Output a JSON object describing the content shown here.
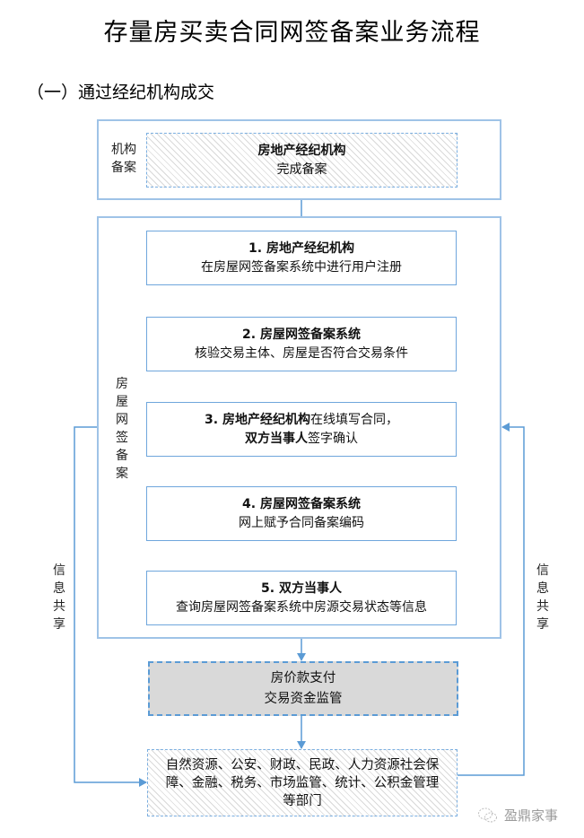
{
  "title": "存量房买卖合同网签备案业务流程",
  "subtitle": "（一）通过经纪机构成交",
  "sections": {
    "agency_filing": {
      "label_lines": [
        "机构",
        "备案"
      ],
      "box": {
        "bold": "房地产经纪机构",
        "normal": "完成备案"
      }
    },
    "online_signing": {
      "label_chars": [
        "房",
        "屋",
        "网",
        "签",
        "备",
        "案"
      ],
      "steps": [
        {
          "number": "1. ",
          "bold": "房地产经纪机构",
          "line2": "在房屋网签备案系统中进行用户注册"
        },
        {
          "number": "2. ",
          "bold": "房屋网签备案系统",
          "line2": "核验交易主体、房屋是否符合交易条件"
        },
        {
          "number": "3. ",
          "bold": "房地产经纪机构",
          "bold_suffix": "在线填写合同，",
          "line2_bold": "双方当事人",
          "line2": "签字确认"
        },
        {
          "number": "4. ",
          "bold": "房屋网签备案系统",
          "line2": "网上赋予合同备案编码"
        },
        {
          "number": "5. ",
          "bold": "双方当事人",
          "line2": "查询房屋网签备案系统中房源交易状态等信息"
        }
      ]
    },
    "payment": {
      "line1": "房价款支付",
      "line2": "交易资金监管"
    },
    "departments": {
      "line1": "自然资源、公安、财政、民政、人力资源社会保",
      "line2": "障、金融、税务、市场监管、统计、公积金管理",
      "line3": "等部门"
    }
  },
  "side_labels": {
    "left": [
      "信",
      "息",
      "共",
      "享"
    ],
    "right": [
      "信",
      "息",
      "共",
      "享"
    ]
  },
  "watermark": {
    "icon": "wechat-icon",
    "text": "盈鼎家事"
  },
  "colors": {
    "line": "#5b9bd5",
    "outer_border": "#9fc3e7",
    "payment_fill": "#d9d9d9"
  }
}
